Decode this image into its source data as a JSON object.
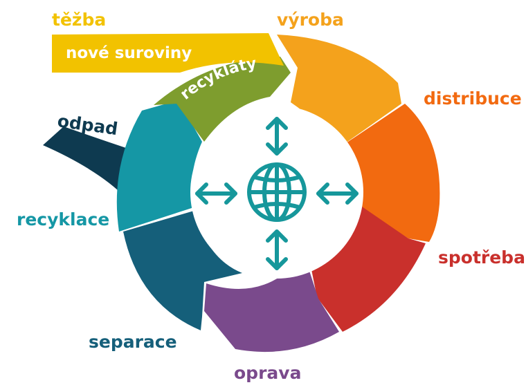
{
  "stages": {
    "tezba": {
      "label": "těžba",
      "color": "#f2c200"
    },
    "vyroba": {
      "label": "výroba",
      "color": "#f4a21c"
    },
    "distribuce": {
      "label": "distribuce",
      "color": "#f26a10"
    },
    "spotreba": {
      "label": "spotřeba",
      "color": "#c9302c"
    },
    "oprava": {
      "label": "oprava",
      "color": "#7a4a8c"
    },
    "separace": {
      "label": "separace",
      "color": "#155f7a"
    },
    "recyklace": {
      "label": "recyklace",
      "color": "#1597a5"
    },
    "odpad": {
      "label": "odpad",
      "color": "#0e3a50"
    }
  },
  "flows": {
    "nove_suroviny": {
      "label": "nové suroviny",
      "color": "#f2c200"
    },
    "recyklaty": {
      "label": "recykláty",
      "color": "#7e9d2e"
    }
  },
  "center": {
    "icon": "globe-icon",
    "arrows": "bidirectional-arrows",
    "color": "#16979b"
  }
}
